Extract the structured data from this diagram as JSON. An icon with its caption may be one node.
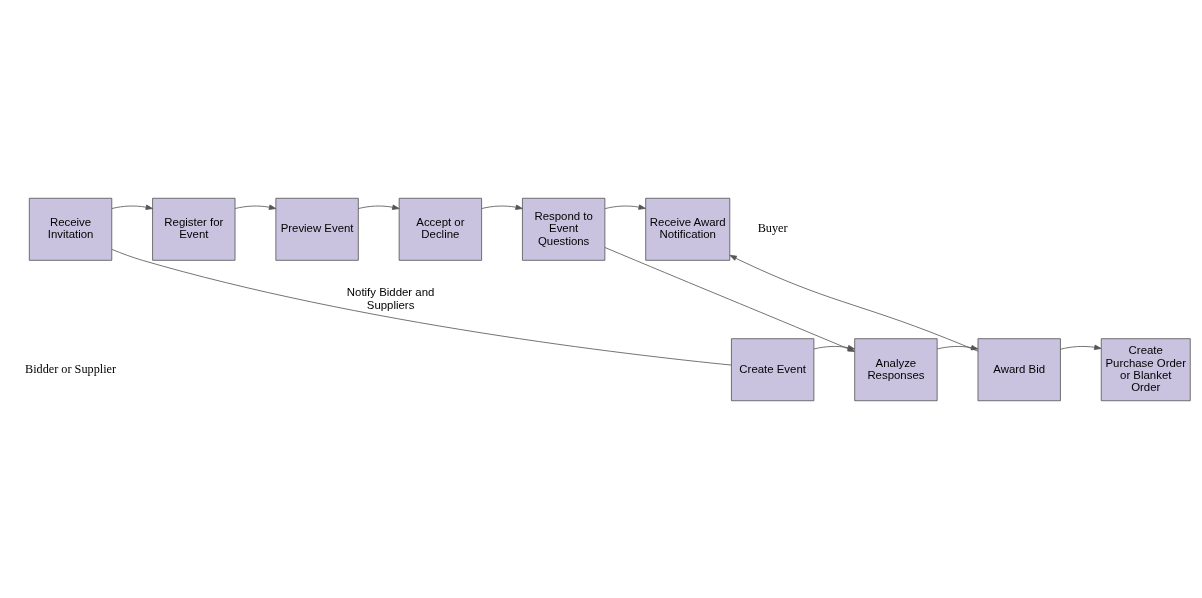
{
  "diagram": {
    "nodes": [
      {
        "text": [
          "Create Event"
        ]
      },
      {
        "text": [
          "Analyze Responses"
        ]
      },
      {
        "text": [
          "Award Bid"
        ]
      },
      {
        "text": [
          "Create Purchase Order or Blanket Order"
        ]
      },
      {
        "text": [
          "Receive Invitation"
        ]
      },
      {
        "text": [
          "Register for Event"
        ]
      },
      {
        "text": [
          "Preview Event"
        ]
      },
      {
        "text": [
          "Accept or Decline"
        ]
      },
      {
        "text": [
          "Respond to Event Questions"
        ]
      },
      {
        "text": [
          "Receive Award Notification"
        ]
      }
    ],
    "edges": [
      {
        "from": 0,
        "to": 1,
        "arrow": "to"
      },
      {
        "from": 1,
        "to": 2,
        "arrow": "to"
      },
      {
        "from": 2,
        "to": 3,
        "arrow": "to"
      },
      {
        "from": 0,
        "to": 4,
        "arrow": "none",
        "label": "Notify Bidder and Suppliers"
      },
      {
        "from": 2,
        "to": 9,
        "arrow": "to"
      },
      {
        "from": 8,
        "to": 1,
        "arrow": "to"
      },
      {
        "from": 4,
        "to": 5,
        "arrow": "to"
      },
      {
        "from": 5,
        "to": 6,
        "arrow": "to"
      },
      {
        "from": 6,
        "to": 7,
        "arrow": "to"
      },
      {
        "from": 7,
        "to": 8,
        "arrow": "to"
      },
      {
        "from": 8,
        "to": 9,
        "arrow": "to"
      }
    ],
    "labels": [
      "Buyer",
      "Bidder or Supplier"
    ]
  }
}
